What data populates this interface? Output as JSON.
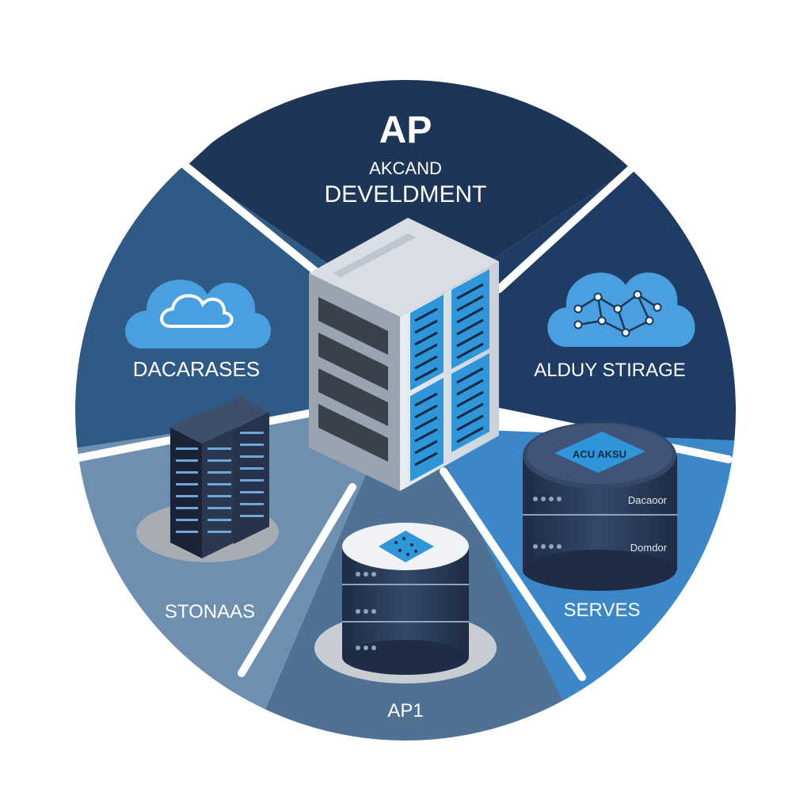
{
  "center": {
    "title": "AP",
    "subtitle": "AKCAND",
    "line3": "DEVELDMENT"
  },
  "segments": {
    "databases": {
      "label": "DACARASES",
      "icon": "cloud-icon"
    },
    "storage": {
      "label": "ALDUY STIRAGE",
      "icon": "cloud-network-icon"
    },
    "servers": {
      "label": "SERVES",
      "icon": "database-stack-icon",
      "badge": "ACU AKSU",
      "disk_label_1": "Dacaoor",
      "disk_label_2": "Domdor"
    },
    "api": {
      "label": "AP1",
      "icon": "database-icon"
    },
    "stonaas": {
      "label": "STONAAS",
      "icon": "server-rack-icon"
    }
  },
  "colors": {
    "navy": "#1d3557",
    "mid_blue": "#2f5a86",
    "slate": "#4f7194",
    "light_slate": "#6f8fb0",
    "bright_blue": "#3b87c8",
    "accent": "#2e96d9"
  }
}
